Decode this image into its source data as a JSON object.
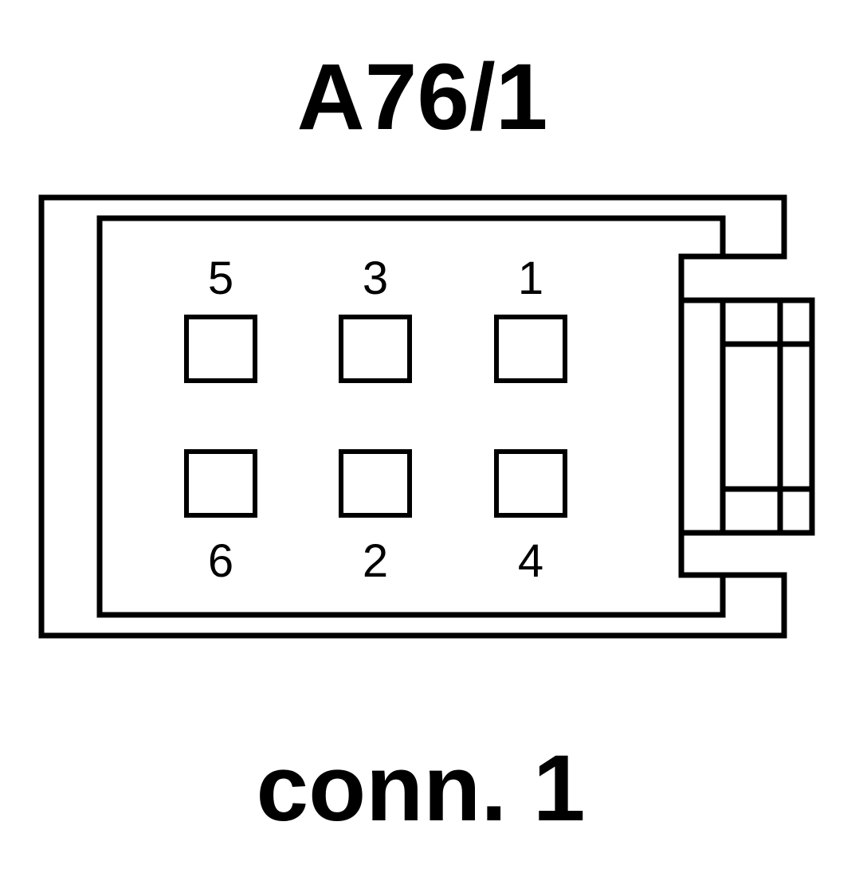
{
  "diagram": {
    "title": "A76/1",
    "caption": "conn. 1",
    "stroke_color": "#000000",
    "background_color": "#ffffff",
    "pins": [
      {
        "number": "5",
        "row": "top",
        "column": 1
      },
      {
        "number": "3",
        "row": "top",
        "column": 2
      },
      {
        "number": "1",
        "row": "top",
        "column": 3
      },
      {
        "number": "6",
        "row": "bottom",
        "column": 1
      },
      {
        "number": "2",
        "row": "bottom",
        "column": 2
      },
      {
        "number": "4",
        "row": "bottom",
        "column": 3
      }
    ]
  }
}
